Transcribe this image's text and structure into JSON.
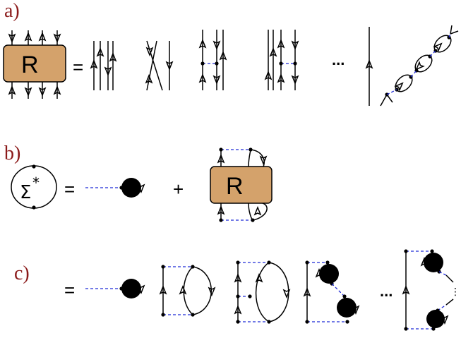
{
  "labels": {
    "a": "a)",
    "b": "b)",
    "c": "c)"
  },
  "symbols": {
    "R": "R",
    "sigma": "Σ",
    "star": "*",
    "equals": "=",
    "plus": "+",
    "ellipsis": "...",
    "vdots": "⋮"
  },
  "colors": {
    "R_box_fill": "#d4a26b",
    "sigma_fill": "#5fd35f",
    "interaction_line": "#1f2ad6",
    "label_color": "#8b1a1a"
  }
}
